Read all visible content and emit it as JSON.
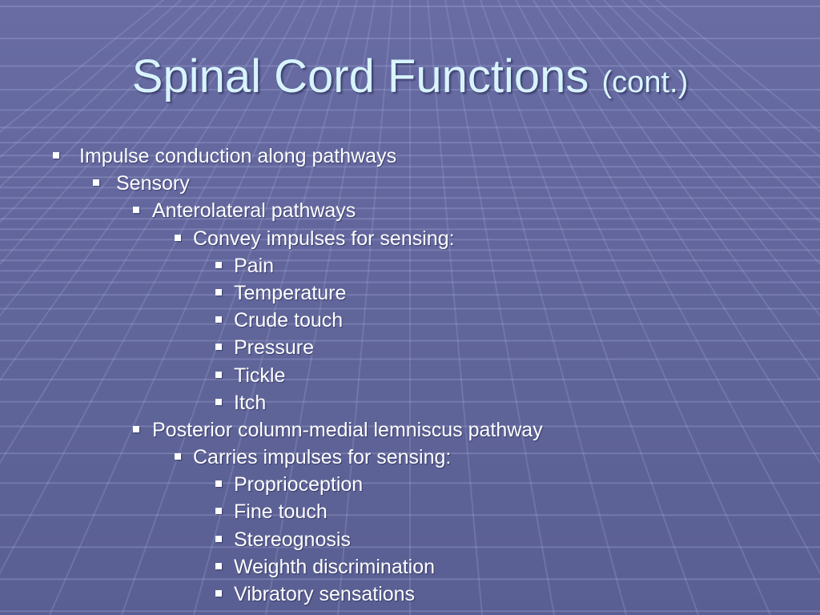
{
  "slide": {
    "title": {
      "main": "Spinal Cord Functions",
      "suffix": "(cont.)"
    },
    "bullets": [
      {
        "level": 1,
        "text": "Impulse conduction along pathways"
      },
      {
        "level": 2,
        "text": "Sensory"
      },
      {
        "level": 3,
        "text": "Anterolateral pathways"
      },
      {
        "level": 4,
        "text": "Convey impulses for sensing:"
      },
      {
        "level": 5,
        "text": "Pain"
      },
      {
        "level": 5,
        "text": "Temperature"
      },
      {
        "level": 5,
        "text": "Crude touch"
      },
      {
        "level": 5,
        "text": "Pressure"
      },
      {
        "level": 5,
        "text": "Tickle"
      },
      {
        "level": 5,
        "text": "Itch"
      },
      {
        "level": 3,
        "text": "Posterior column-medial lemniscus pathway"
      },
      {
        "level": 4,
        "text": "Carries impulses for sensing:"
      },
      {
        "level": 5,
        "text": "Proprioception"
      },
      {
        "level": 5,
        "text": "Fine touch"
      },
      {
        "level": 5,
        "text": "Stereognosis"
      },
      {
        "level": 5,
        "text": "Weighth discrimination"
      },
      {
        "level": 5,
        "text": "Vibratory sensations"
      }
    ]
  },
  "colors": {
    "background": "#5c6198",
    "title_text": "#d8f4ff",
    "body_text": "#ffffff"
  }
}
